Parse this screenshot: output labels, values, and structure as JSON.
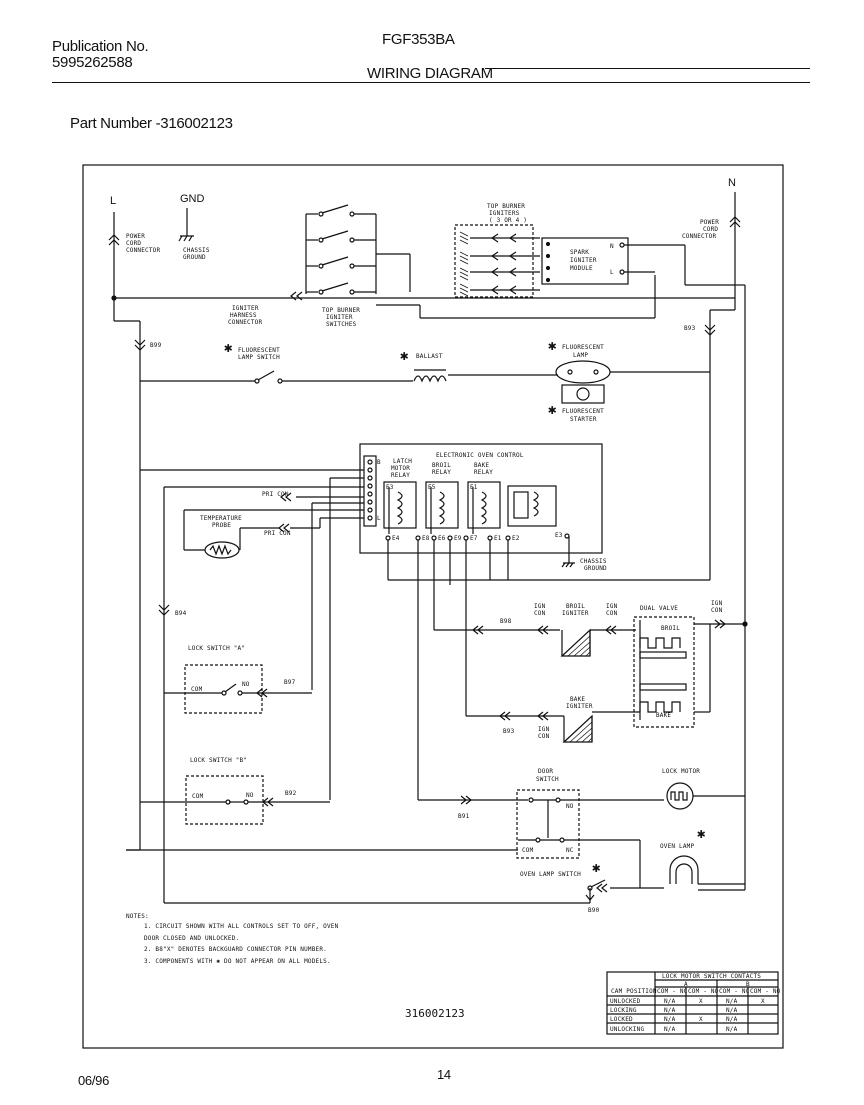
{
  "header": {
    "publication_label": "Publication No.",
    "publication_number": "5995262588",
    "model": "FGF353BA",
    "title": "WIRING DIAGRAM",
    "part_number": "Part Number -316002123"
  },
  "footer": {
    "date": "06/96",
    "page": "14",
    "drawing_number": "316002123"
  },
  "diagram": {
    "line_L": "L",
    "gnd": "GND",
    "neutral_N": "N",
    "power_cord_left": [
      "POWER",
      "CORD",
      "CONNECTOR"
    ],
    "chassis_ground": [
      "CHASSIS",
      "GROUND"
    ],
    "igniter_harness": [
      "IGNITER",
      "HARNESS",
      "CONNECTOR"
    ],
    "top_burner_switches": [
      "TOP BURNER",
      "IGNITER",
      "SWITCHES"
    ],
    "top_burner_igniters": [
      "TOP BURNER",
      "IGNITERS",
      "( 3 OR 4 )"
    ],
    "spark_module": [
      "SPARK",
      "IGNITER",
      "MODULE"
    ],
    "spark_n": "N",
    "spark_l": "L",
    "power_cord_right": [
      "POWER",
      "CORD",
      "CONNECTOR"
    ],
    "b99": "B99",
    "b93": "B93",
    "fluorescent_switch": [
      "FLUORESCENT",
      "LAMP SWITCH"
    ],
    "ballast": "BALLAST",
    "fluorescent_lamp": [
      "FLUORESCENT",
      "LAMP"
    ],
    "fluorescent_starter": [
      "FLUORESCENT",
      "STARTER"
    ],
    "eoc_title": "ELECTRONIC OVEN CONTROL",
    "latch_relay": [
      "LATCH",
      "MOTOR",
      "RELAY"
    ],
    "broil_relay": [
      "BROIL",
      "RELAY"
    ],
    "bake_relay": [
      "BAKE",
      "RELAY"
    ],
    "relay_tags": [
      "E3",
      "E5",
      "E1"
    ],
    "pin_labels": [
      "E4",
      "E8",
      "E6",
      "E9",
      "E7",
      "E1",
      "E2",
      "E3"
    ],
    "eoc_pins": [
      "B",
      "",
      "",
      "",
      "",
      "",
      "",
      "L"
    ],
    "chassis_ground_2": [
      "CHASSIS",
      "GROUND"
    ],
    "pri_con_1": "PRI CON",
    "pri_con_2": "PRI CON",
    "temperature_probe": [
      "TEMPERATURE",
      "PROBE"
    ],
    "b94": "B94",
    "b98": "B98",
    "ign_con_1": [
      "IGN",
      "CON"
    ],
    "broil_igniter": [
      "BROIL",
      "IGNITER"
    ],
    "ign_con_2": [
      "IGN",
      "CON"
    ],
    "dual_valve": "DUAL VALVE",
    "broil_label": "BROIL",
    "bake_label": "BAKE",
    "ign_con_3": [
      "IGN",
      "CON"
    ],
    "lock_switch_a": "LOCK SWITCH \"A\"",
    "com_a": "COM",
    "no_a": "NO",
    "b97": "B97",
    "bake_igniter": [
      "BAKE",
      "IGNITER"
    ],
    "b93b": "B93",
    "ign_con_4": [
      "IGN",
      "CON"
    ],
    "lock_switch_b": "LOCK SWITCH \"B\"",
    "com_b": "COM",
    "no_b": "NO",
    "b92": "B92",
    "door_switch": [
      "DOOR",
      "SWITCH"
    ],
    "door_no": "NO",
    "door_com": "COM",
    "door_nc": "NC",
    "b91": "B91",
    "lock_motor": "LOCK MOTOR",
    "oven_lamp": "OVEN LAMP",
    "oven_lamp_switch": "OVEN LAMP SWITCH",
    "b90": "B90"
  },
  "notes": {
    "heading": "NOTES:",
    "lines": [
      "1.  CIRCUIT SHOWN WITH ALL CONTROLS SET TO OFF, OVEN",
      "     DOOR CLOSED AND UNLOCKED.",
      "2.  B8\"X\" DENOTES BACKGUARD CONNECTOR PIN NUMBER.",
      "3.  COMPONENTS WITH ✱ DO NOT APPEAR ON ALL MODELS."
    ]
  },
  "lock_table": {
    "title": "LOCK MOTOR SWITCH CONTACTS",
    "col_a": "A",
    "col_b": "B",
    "cam_header": "CAM POSITION",
    "sub_headers": [
      "COM - NC",
      "COM - NO",
      "COM - NC",
      "COM - NO"
    ],
    "rows": [
      {
        "label": "UNLOCKED",
        "cells": [
          "N/A",
          "X",
          "N/A",
          "X"
        ]
      },
      {
        "label": "LOCKING",
        "cells": [
          "N/A",
          "",
          "N/A",
          ""
        ]
      },
      {
        "label": "LOCKED",
        "cells": [
          "N/A",
          "X",
          "N/A",
          ""
        ]
      },
      {
        "label": "UNLOCKING",
        "cells": [
          "N/A",
          "",
          "N/A",
          ""
        ]
      }
    ]
  },
  "icons": [
    "star-asterisk-icon",
    "ground-icon",
    "lamp-icon",
    "motor-icon",
    "igniter-icon"
  ]
}
